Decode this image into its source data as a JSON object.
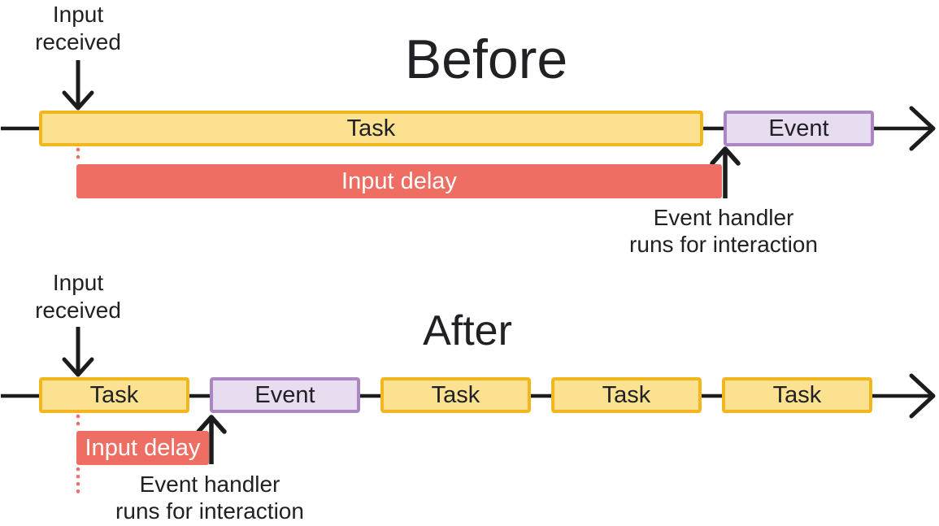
{
  "colors": {
    "task_fill": "#FCE190",
    "task_border": "#F3B71E",
    "event_fill": "#E8DCF0",
    "event_border": "#AB86C0",
    "delay_fill": "#EE6E63",
    "delay_text": "#FFFFFF",
    "line": "#1C1C1E",
    "text": "#202124",
    "background": "#FFFFFF"
  },
  "before": {
    "title": "Before",
    "input_received": {
      "line1": "Input",
      "line2": "received"
    },
    "task_label": "Task",
    "event_label": "Event",
    "input_delay_label": "Input delay",
    "event_handler": {
      "line1": "Event handler",
      "line2": "runs for interaction"
    }
  },
  "after": {
    "title": "After",
    "input_received": {
      "line1": "Input",
      "line2": "received"
    },
    "task_labels": [
      "Task",
      "Task",
      "Task",
      "Task"
    ],
    "event_label": "Event",
    "input_delay_label": "Input delay",
    "event_handler": {
      "line1": "Event handler",
      "line2": "runs for interaction"
    }
  }
}
